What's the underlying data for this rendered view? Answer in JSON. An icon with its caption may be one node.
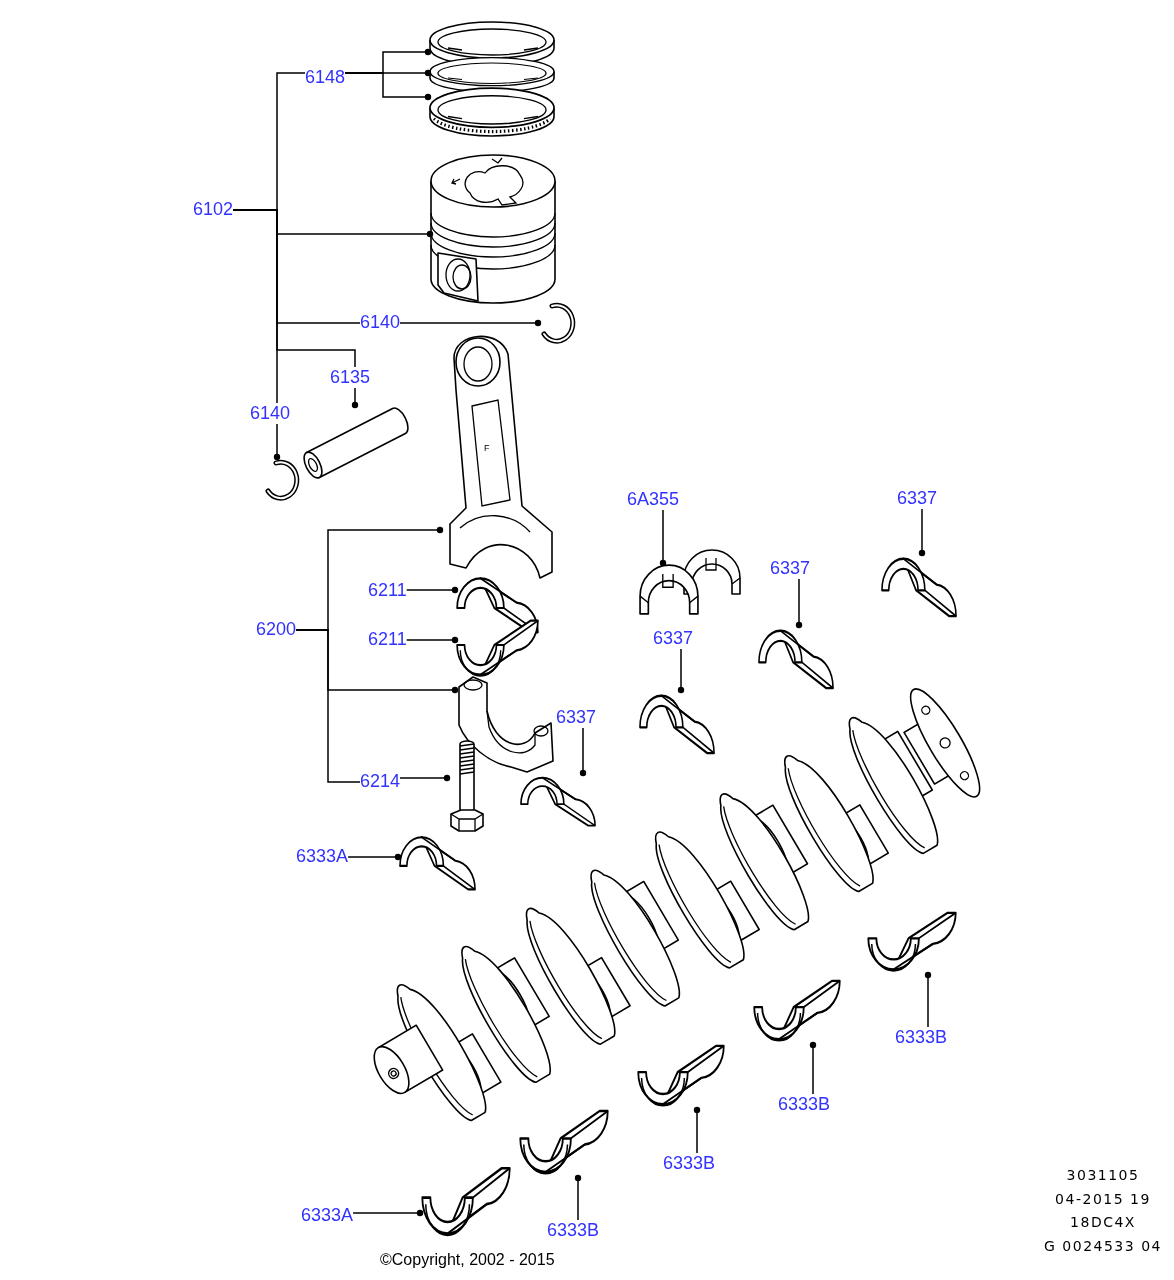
{
  "diagram": {
    "nodes": [
      {
        "text": [
          "6148"
        ]
      },
      {
        "text": [],
        "shape": "picture"
      },
      {
        "text": [],
        "shape": "picture"
      },
      {
        "text": [],
        "shape": "picture"
      },
      {
        "text": [
          "6102"
        ]
      },
      {
        "text": [],
        "shape": "picture"
      },
      {
        "text": [
          "6140"
        ]
      },
      {
        "text": [],
        "shape": "picture"
      },
      {
        "text": [
          "6135"
        ]
      },
      {
        "text": [],
        "shape": "picture"
      },
      {
        "text": [
          "6140"
        ]
      },
      {
        "text": [],
        "shape": "picture"
      },
      {
        "text": [],
        "shape": "picture"
      },
      {
        "text": [
          "6200"
        ]
      },
      {
        "text": [
          "6211"
        ]
      },
      {
        "text": [],
        "shape": "picture"
      },
      {
        "text": [
          "6211"
        ]
      },
      {
        "text": [],
        "shape": "picture"
      },
      {
        "text": [],
        "shape": "picture"
      },
      {
        "text": [
          "6214"
        ]
      },
      {
        "text": [],
        "shape": "picture"
      },
      {
        "text": [
          "6A355"
        ]
      },
      {
        "text": [],
        "shape": "picture"
      },
      {
        "text": [
          "6337"
        ]
      },
      {
        "text": [],
        "shape": "picture"
      },
      {
        "text": [
          "6337"
        ]
      },
      {
        "text": [],
        "shape": "picture"
      },
      {
        "text": [
          "6337"
        ]
      },
      {
        "text": [],
        "shape": "picture"
      },
      {
        "text": [
          "6337"
        ]
      },
      {
        "text": [],
        "shape": "picture"
      },
      {
        "text": [
          "6333A"
        ]
      },
      {
        "text": [],
        "shape": "picture"
      },
      {
        "text": [
          "6333B"
        ]
      },
      {
        "text": [],
        "shape": "picture"
      },
      {
        "text": [
          "6333B"
        ]
      },
      {
        "text": [],
        "shape": "picture"
      },
      {
        "text": [
          "6333B"
        ]
      },
      {
        "text": [],
        "shape": "picture"
      },
      {
        "text": [
          "6333A"
        ]
      },
      {
        "text": [],
        "shape": "picture"
      },
      {
        "text": [
          "6333B"
        ]
      },
      {
        "text": [],
        "shape": "picture"
      }
    ],
    "edges": [
      {
        "from": 0,
        "to": 1,
        "arrow": "other"
      },
      {
        "from": 0,
        "to": 2,
        "arrow": "other"
      },
      {
        "from": 0,
        "to": 3,
        "arrow": "other"
      },
      {
        "from": 4,
        "to": 0,
        "arrow": "none"
      },
      {
        "from": 4,
        "to": 5,
        "arrow": "other"
      },
      {
        "from": 4,
        "to": 6,
        "arrow": "none"
      },
      {
        "from": 6,
        "to": 7,
        "arrow": "other"
      },
      {
        "from": 4,
        "to": 8,
        "arrow": "none"
      },
      {
        "from": 8,
        "to": 9,
        "arrow": "other"
      },
      {
        "from": 4,
        "to": 10,
        "arrow": "none"
      },
      {
        "from": 10,
        "to": 11,
        "arrow": "other"
      },
      {
        "from": 13,
        "to": 12,
        "arrow": "other"
      },
      {
        "from": 14,
        "to": 15,
        "arrow": "other"
      },
      {
        "from": 16,
        "to": 17,
        "arrow": "other"
      },
      {
        "from": 13,
        "to": 18,
        "arrow": "other"
      },
      {
        "from": 13,
        "to": 19,
        "arrow": "none"
      },
      {
        "from": 19,
        "to": 20,
        "arrow": "other"
      },
      {
        "from": 21,
        "to": 22,
        "arrow": "other"
      },
      {
        "from": 23,
        "to": 24,
        "arrow": "other"
      },
      {
        "from": 25,
        "to": 26,
        "arrow": "other"
      },
      {
        "from": 27,
        "to": 28,
        "arrow": "other"
      },
      {
        "from": 29,
        "to": 30,
        "arrow": "other"
      },
      {
        "from": 31,
        "to": 32,
        "arrow": "other"
      },
      {
        "from": 33,
        "to": 34,
        "arrow": "other"
      },
      {
        "from": 35,
        "to": 36,
        "arrow": "other"
      },
      {
        "from": 37,
        "to": 38,
        "arrow": "other"
      },
      {
        "from": 39,
        "to": 40,
        "arrow": "other"
      },
      {
        "from": 41,
        "to": 42,
        "arrow": "other"
      }
    ],
    "labels": [
      "F",
      "3031105",
      "04-2015 19",
      "18DC4X",
      "G 0024533 04",
      "©Copyright, 2002 - 2015"
    ]
  }
}
